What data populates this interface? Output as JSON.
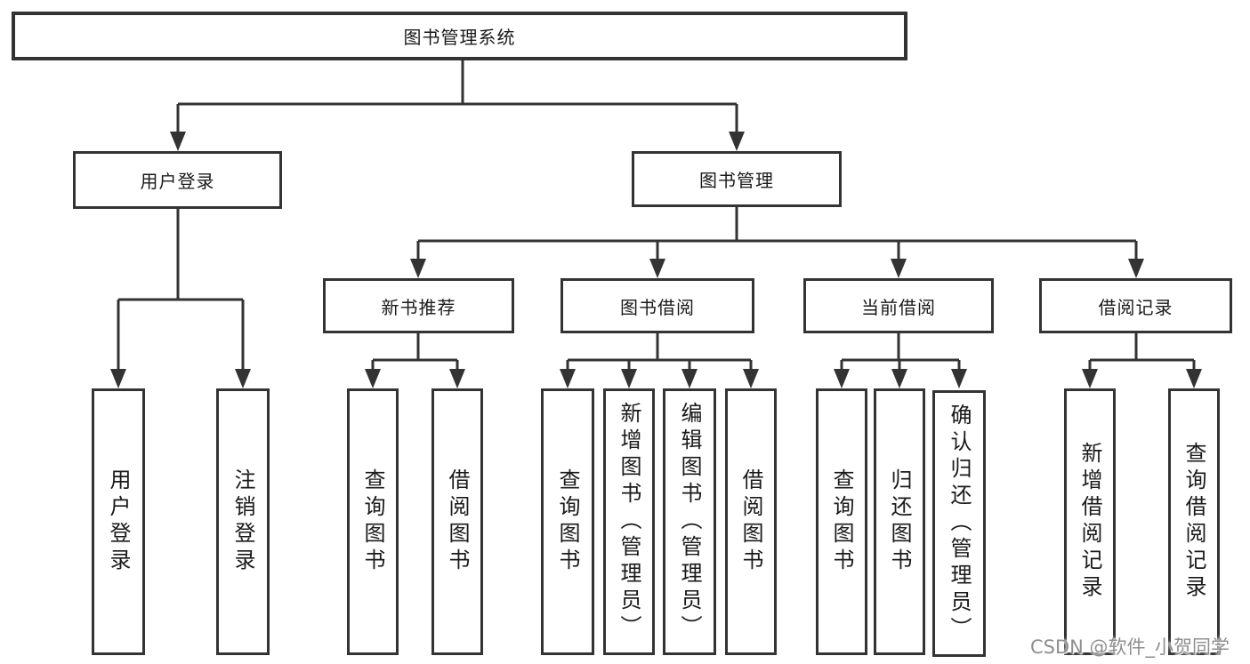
{
  "diagram": {
    "root": "图书管理系统",
    "level1": [
      "用户登录",
      "图书管理"
    ],
    "level2": [
      "新书推荐",
      "图书借阅",
      "当前借阅",
      "借阅记录"
    ],
    "leaves": {
      "user_login": [
        "用户登录",
        "注销登录"
      ],
      "new_book": [
        "查询图书",
        "借阅图书"
      ],
      "book_borrow": [
        "查询图书",
        "新增图书（管理员）",
        "编辑图书（管理员）",
        "借阅图书"
      ],
      "current_borrow": [
        "查询图书",
        "归还图书",
        "确认归还（管理员）"
      ],
      "borrow_records": [
        "新增借阅记录",
        "查询借阅记录"
      ]
    }
  },
  "colors": {
    "line": "#333333",
    "text": "#1a1a1a",
    "watermark": "#8f8f8f"
  },
  "watermark": {
    "text": "CSDN @软件_小贺同学"
  }
}
